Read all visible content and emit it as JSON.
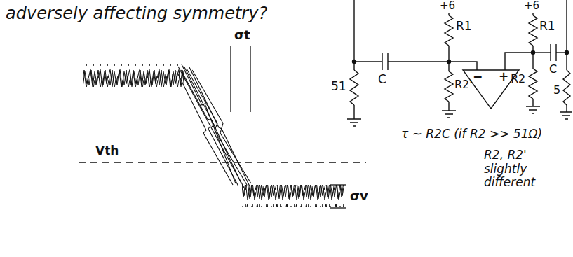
{
  "diagram": {
    "labels": [
      "adversely affecting symmetry?",
      "+6",
      "+6",
      "R1",
      "R1",
      "R2'",
      "R2",
      "C",
      "C",
      "51",
      "5",
      "−",
      "+",
      "τ ~ R2C (if R2 >> 51Ω)",
      "R2, R2' slightly different",
      "σt",
      "Vth",
      "σv"
    ]
  }
}
